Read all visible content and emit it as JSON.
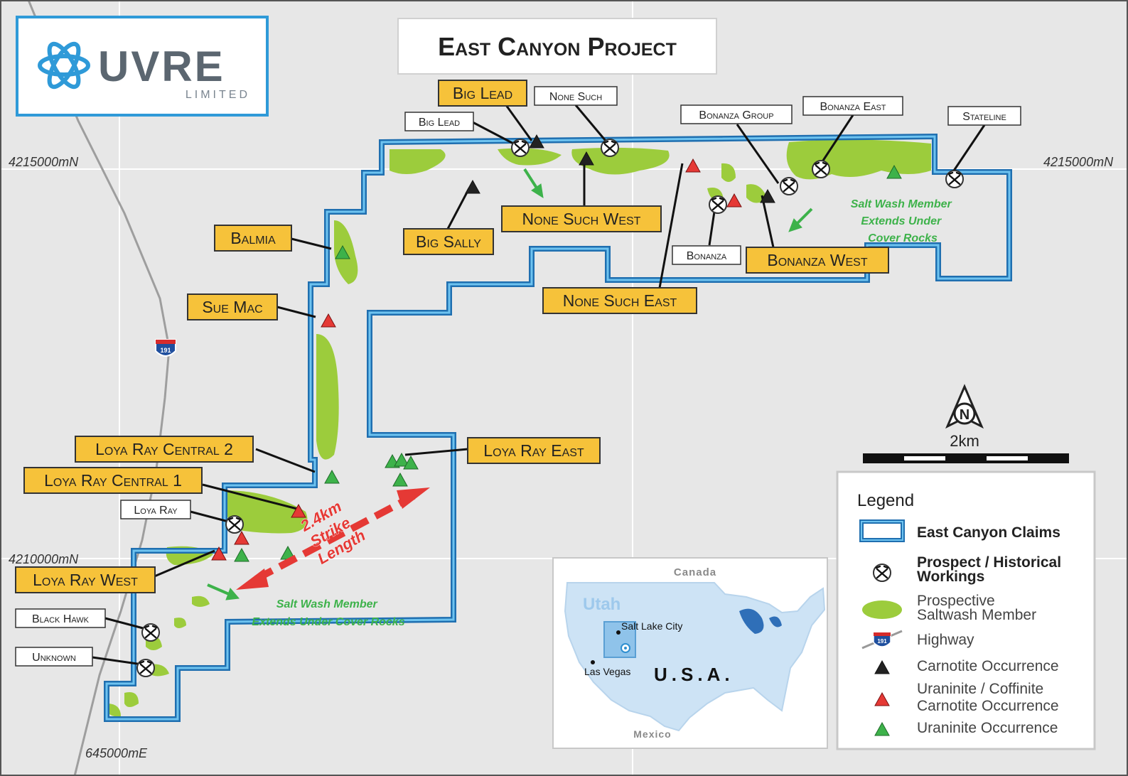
{
  "logo": {
    "brand": "UVRE",
    "sub": "LIMITED"
  },
  "title": "East Canyon Project",
  "coords": {
    "north_left": "4215000mN",
    "north_right": "4215000mN",
    "mid_left": "4210000mN",
    "east_bottom": "645000mE"
  },
  "highway": "191",
  "labels_yellow": [
    "Big Lead",
    "None Such West",
    "Big Sally",
    "Balmia",
    "Sue Mac",
    "None Such East",
    "Bonanza West",
    "Loya Ray Central 2",
    "Loya Ray Central 1",
    "Loya Ray East",
    "Loya Ray West"
  ],
  "labels_white": [
    "None Such",
    "Big Lead",
    "Bonanza Group",
    "Bonanza East",
    "Stateline",
    "Bonanza",
    "Loya Ray",
    "Black Hawk",
    "Unknown"
  ],
  "notes": {
    "salt_wash_1": [
      "Salt Wash Member",
      "Extends Under",
      "Cover Rocks"
    ],
    "salt_wash_2": [
      "Salt Wash Member",
      "Extends Under Cover Rocks"
    ],
    "strike": [
      "2.4km",
      "Strike",
      "Length"
    ]
  },
  "scale": {
    "label": "2km",
    "north": "N"
  },
  "inset": {
    "canada": "Canada",
    "utah": "Utah",
    "slc": "Salt Lake City",
    "vegas": "Las Vegas",
    "usa": "U.S.A.",
    "mexico": "Mexico"
  },
  "legend": {
    "title": "Legend",
    "items": [
      "East Canyon Claims",
      "Prospect / Historical",
      "Workings",
      "Prospective",
      "Saltwash Member",
      "Highway",
      "Carnotite Occurrence",
      "Uraninite / Coffinite",
      "Carnotite Occurrence",
      "Uraninite Occurrence"
    ]
  },
  "colors": {
    "claim_blue": "#2f8fd0",
    "label_yellow": "#f6c23a",
    "salt_green": "#9ccc3c",
    "note_green": "#3db24a",
    "red": "#e53935",
    "background": "#e7e7e7"
  }
}
